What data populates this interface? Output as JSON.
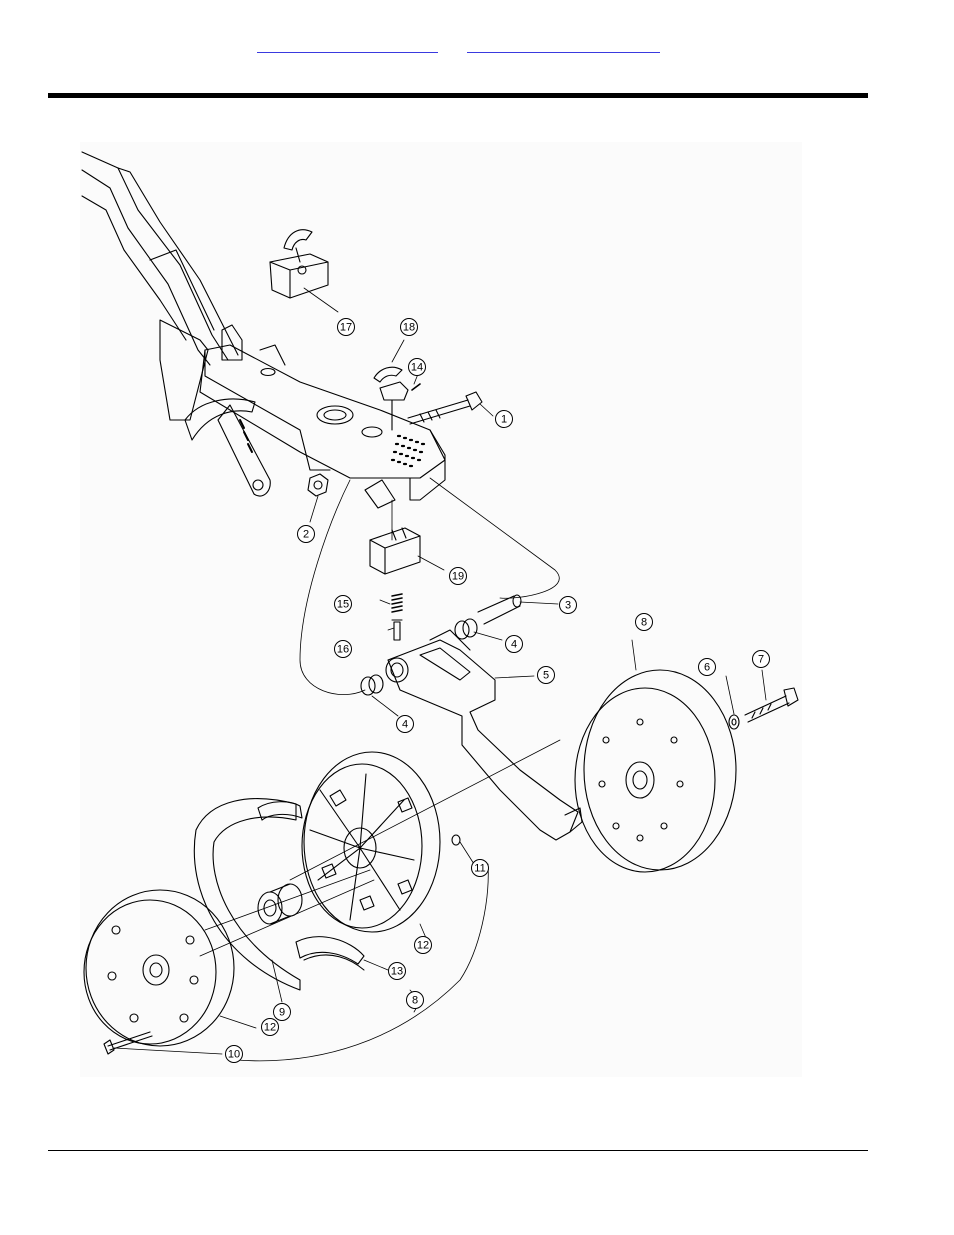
{
  "header": {
    "links": [
      "",
      ""
    ]
  },
  "diagram": {
    "callouts": [
      {
        "id": "c1",
        "label": "1"
      },
      {
        "id": "c2",
        "label": "2"
      },
      {
        "id": "c3",
        "label": "3"
      },
      {
        "id": "c4a",
        "label": "4"
      },
      {
        "id": "c4b",
        "label": "4"
      },
      {
        "id": "c5",
        "label": "5"
      },
      {
        "id": "c6",
        "label": "6"
      },
      {
        "id": "c7",
        "label": "7"
      },
      {
        "id": "c8a",
        "label": "8"
      },
      {
        "id": "c8b",
        "label": "8"
      },
      {
        "id": "c9",
        "label": "9"
      },
      {
        "id": "c10",
        "label": "10"
      },
      {
        "id": "c11",
        "label": "11"
      },
      {
        "id": "c12a",
        "label": "12"
      },
      {
        "id": "c12b",
        "label": "12"
      },
      {
        "id": "c13",
        "label": "13"
      },
      {
        "id": "c14",
        "label": "14"
      },
      {
        "id": "c15",
        "label": "15"
      },
      {
        "id": "c16",
        "label": "16"
      },
      {
        "id": "c17",
        "label": "17"
      },
      {
        "id": "c18",
        "label": "18"
      },
      {
        "id": "c19",
        "label": "19"
      }
    ]
  }
}
